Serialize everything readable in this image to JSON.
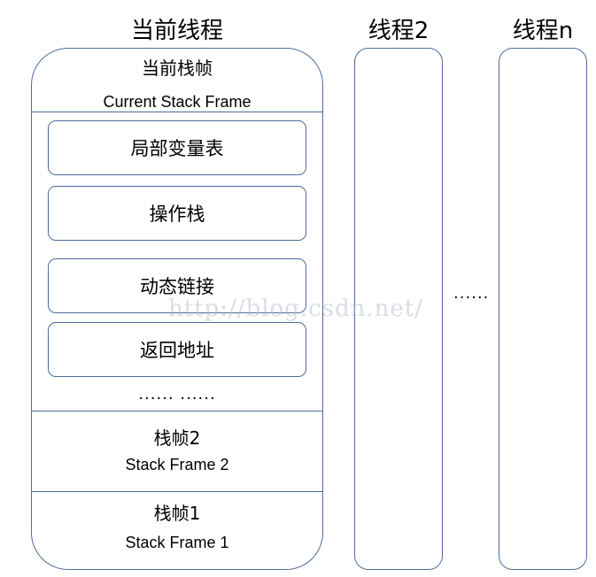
{
  "columns": {
    "current_thread": {
      "title": "当前线程",
      "current_frame": {
        "title_cn": "当前栈帧",
        "title_en": "Current Stack Frame",
        "items": [
          "局部变量表",
          "操作栈",
          "动态链接",
          "返回地址"
        ],
        "ellipsis": "...... ......"
      },
      "frame2": {
        "title_cn": "栈帧2",
        "title_en": "Stack Frame 2"
      },
      "frame1": {
        "title_cn": "栈帧1",
        "title_en": "Stack Frame 1"
      }
    },
    "thread2": {
      "title": "线程2"
    },
    "threadn": {
      "title": "线程n"
    }
  },
  "between_ellipsis": "......",
  "watermark": "http://blog.csdn.net/",
  "colors": {
    "border": "#4f6d9a",
    "text": "#000000",
    "background": "#ffffff"
  }
}
